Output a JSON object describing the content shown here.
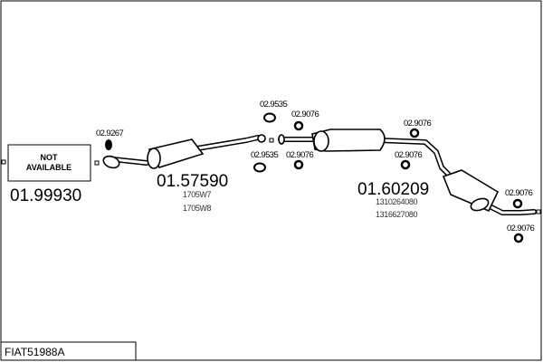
{
  "title_box": "FIAT51988A",
  "not_available": {
    "line1": "NOT",
    "line2": "AVAILABLE"
  },
  "parts": {
    "front": {
      "number": "01.99930"
    },
    "center": {
      "number": "01.57590",
      "oem": [
        "1705W7",
        "1705W8"
      ]
    },
    "rear": {
      "number": "01.60209",
      "oem": [
        "1310264080",
        "1316627080"
      ]
    }
  },
  "accessories": {
    "gasket_front": "02.9267",
    "ring_top": "02.9535",
    "ring_bottom": "02.9535",
    "rubber_1": "02.9076",
    "rubber_2": "02.9076",
    "rubber_3": "02.9076",
    "rubber_4": "02.9076",
    "rubber_5": "02.9076",
    "rubber_6": "02.9076"
  }
}
